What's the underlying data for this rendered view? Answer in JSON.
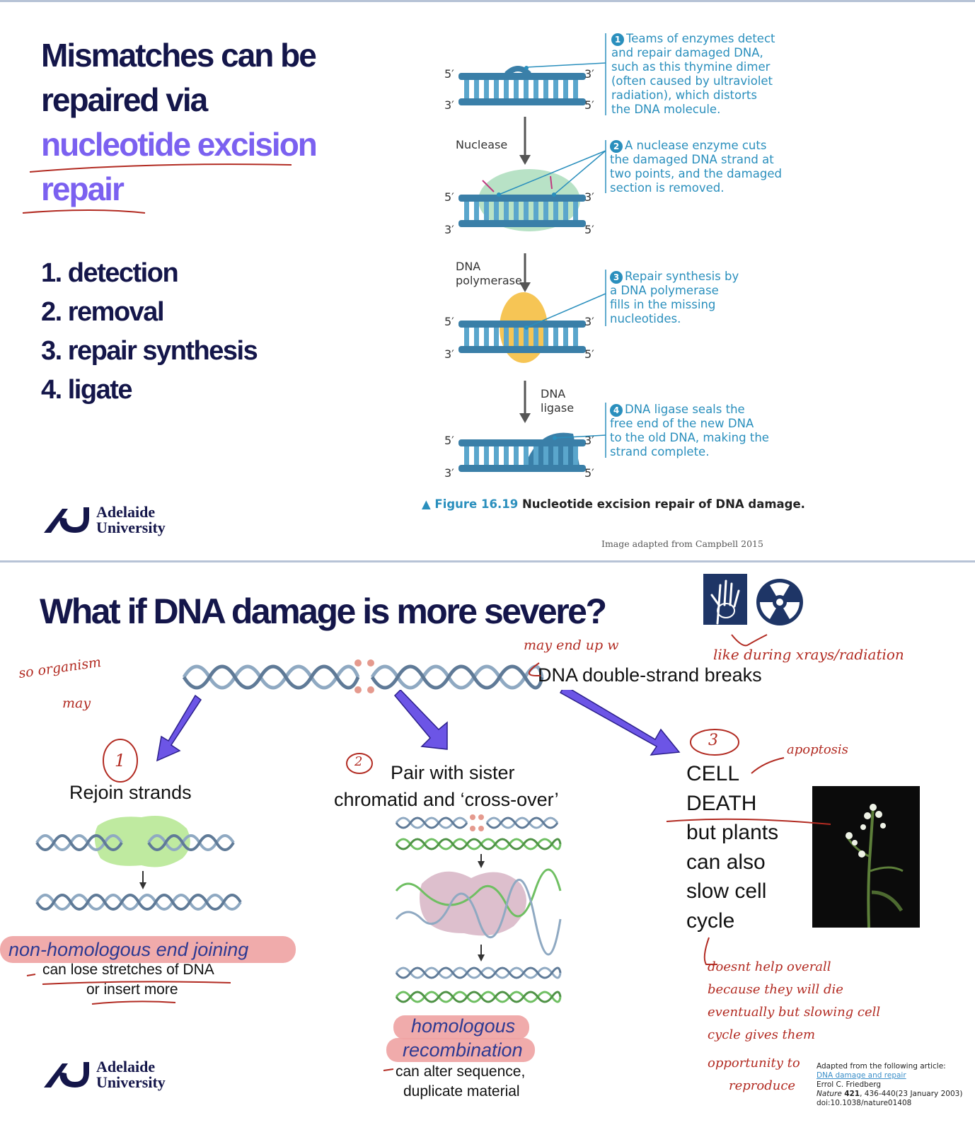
{
  "slide1": {
    "title_lines": [
      "Mismatches can be",
      "repaired via"
    ],
    "title_highlight_lines": [
      "nucleotide excision",
      "repair"
    ],
    "steps": [
      "1. detection",
      "2. removal",
      "3. repair synthesis",
      "4. ligate"
    ],
    "logo": {
      "line1": "Adelaide",
      "line2": "University"
    },
    "figure": {
      "strand_labels": {
        "five": "5′",
        "three": "3′"
      },
      "labels": {
        "nuclease": "Nuclease",
        "polymerase_1": "DNA",
        "polymerase_2": "polymerase",
        "ligase_1": "DNA",
        "ligase_2": "ligase"
      },
      "captions": [
        {
          "num": "1",
          "lines": [
            "Teams of enzymes detect",
            "and repair damaged DNA,",
            "such as this thymine dimer",
            "(often caused by ultraviolet",
            "radiation), which distorts",
            "the DNA molecule."
          ]
        },
        {
          "num": "2",
          "lines": [
            "A nuclease enzyme cuts",
            "the damaged DNA strand at",
            "two points, and the damaged",
            "section is removed."
          ]
        },
        {
          "num": "3",
          "lines": [
            "Repair synthesis by",
            "a DNA polymerase",
            "fills in the missing",
            "nucleotides."
          ]
        },
        {
          "num": "4",
          "lines": [
            "DNA ligase seals the",
            "free end of the new DNA",
            "to the old DNA, making the",
            "strand complete."
          ]
        }
      ],
      "figure_prefix": "▲ Figure 16.19",
      "figure_title": "Nucleotide excision repair of DNA damage.",
      "credit": "Image adapted from Campbell 2015"
    },
    "colors": {
      "navy": "#14164a",
      "purple": "#7b61f0",
      "teal": "#2a8fbd",
      "annotation": "#b22b22"
    }
  },
  "slide2": {
    "title": "What if DNA damage is more severe?",
    "dsb_label": "DNA double-strand breaks",
    "branch1": {
      "title": "Rejoin strands",
      "highlight": "non-homologous end joining",
      "note_1": "can lose stretches of DNA",
      "note_2": "or insert more"
    },
    "branch2": {
      "title_1": "Pair with sister",
      "title_2": "chromatid and ‘cross-over’",
      "highlight_1": "homologous",
      "highlight_2": "recombination",
      "note_1": "can alter sequence,",
      "note_2": "duplicate material"
    },
    "branch3": {
      "lines": [
        "CELL",
        "DEATH",
        "but plants",
        "can also",
        "slow cell",
        "cycle"
      ]
    },
    "handwriting": {
      "so_organism": "so organism",
      "may": "may",
      "may_end_up": "may end up w",
      "like_during": "like during xrays/radiation",
      "num1": "1",
      "num2": "2",
      "num3": "3",
      "apoptosis": "apoptosis",
      "note_lines": [
        "doesnt help overall",
        "because they will die",
        "eventually but slowing cell",
        "cycle gives them",
        "opportunity to",
        "reproduce"
      ]
    },
    "reference": {
      "line1": "Adapted from the following article:",
      "link": "DNA damage and repair",
      "author": "Errol C. Friedberg",
      "journal": "Nature",
      "volume": "421",
      "pages": ", 436-440(23 January 2003)",
      "doi": "doi:10.1038/nature01408"
    },
    "logo": {
      "line1": "Adelaide",
      "line2": "University"
    },
    "icons": [
      "xray-hand-icon",
      "radiation-icon"
    ]
  }
}
